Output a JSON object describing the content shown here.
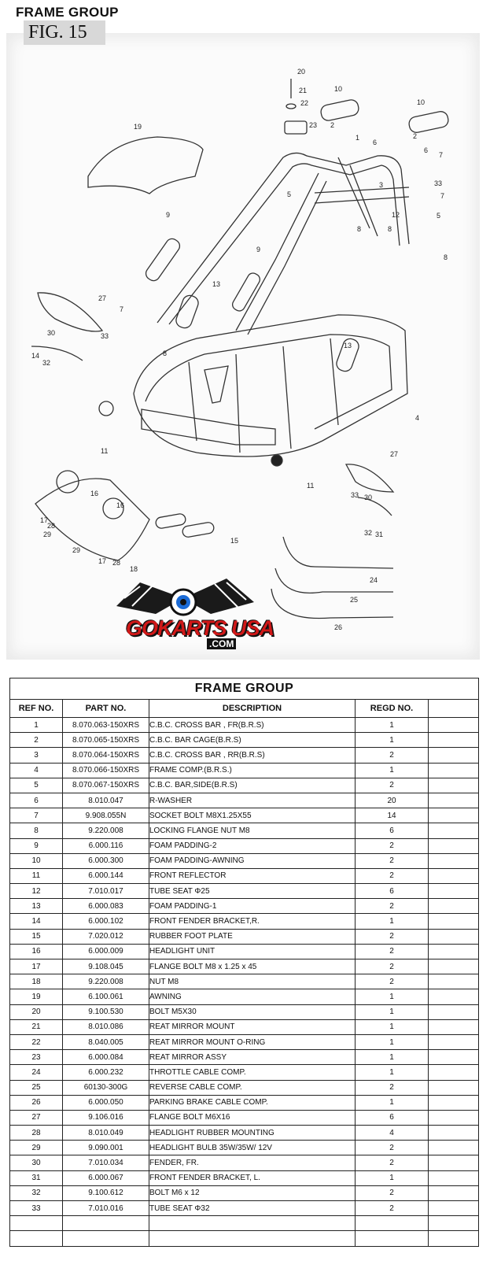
{
  "header": {
    "group_title": "FRAME GROUP",
    "fig_label": "FIG. 15"
  },
  "logo": {
    "name": "GOKARTS USA",
    "sub": ".COM"
  },
  "callouts": [
    "1",
    "2",
    "3",
    "4",
    "5",
    "6",
    "7",
    "8",
    "9",
    "10",
    "11",
    "12",
    "13",
    "14",
    "15",
    "16",
    "17",
    "18",
    "19",
    "20",
    "21",
    "22",
    "23",
    "24",
    "25",
    "26",
    "27",
    "28",
    "29",
    "30",
    "31",
    "32",
    "33"
  ],
  "table": {
    "title": "FRAME GROUP",
    "headers": [
      "REF NO.",
      "PART NO.",
      "DESCRIPTION",
      "REGD NO.",
      ""
    ],
    "rows": [
      [
        "1",
        "8.070.063-150XRS",
        "C.B.C. CROSS BAR , FR(B.R.S)",
        "1"
      ],
      [
        "2",
        "8.070.065-150XRS",
        "C.B.C. BAR CAGE(B.R.S)",
        "1"
      ],
      [
        "3",
        "8.070.064-150XRS",
        "C.B.C. CROSS BAR , RR(B.R.S)",
        "2"
      ],
      [
        "4",
        "8.070.066-150XRS",
        "FRAME COMP.(B.R.S.)",
        "1"
      ],
      [
        "5",
        "8.070.067-150XRS",
        "C.B.C. BAR,SIDE(B.R.S)",
        "2"
      ],
      [
        "6",
        "8.010.047",
        "R-WASHER",
        "20"
      ],
      [
        "7",
        "9.908.055N",
        "SOCKET BOLT M8X1.25X55",
        "14"
      ],
      [
        "8",
        "9.220.008",
        "LOCKING FLANGE NUT M8",
        "6"
      ],
      [
        "9",
        "6.000.116",
        "FOAM PADDING-2",
        "2"
      ],
      [
        "10",
        "6.000.300",
        "FOAM PADDING-AWNING",
        "2"
      ],
      [
        "11",
        "6.000.144",
        "FRONT REFLECTOR",
        "2"
      ],
      [
        "12",
        "7.010.017",
        "TUBE SEAT Φ25",
        "6"
      ],
      [
        "13",
        "6.000.083",
        "FOAM PADDING-1",
        "2"
      ],
      [
        "14",
        "6.000.102",
        "FRONT FENDER BRACKET,R.",
        "1"
      ],
      [
        "15",
        "7.020.012",
        "RUBBER FOOT PLATE",
        "2"
      ],
      [
        "16",
        "6.000.009",
        "HEADLIGHT UNIT",
        "2"
      ],
      [
        "17",
        "9.108.045",
        "FLANGE BOLT M8 x 1.25 x 45",
        "2"
      ],
      [
        "18",
        "9.220.008",
        "NUT M8",
        "2"
      ],
      [
        "19",
        "6.100.061",
        "AWNING",
        "1"
      ],
      [
        "20",
        "9.100.530",
        "BOLT M5X30",
        "1"
      ],
      [
        "21",
        "8.010.086",
        "REAT MIRROR MOUNT",
        "1"
      ],
      [
        "22",
        "8.040.005",
        "REAT MIRROR MOUNT O-RING",
        "1"
      ],
      [
        "23",
        "6.000.084",
        "REAT MIRROR ASSY",
        "1"
      ],
      [
        "24",
        "6.000.232",
        "THROTTLE CABLE COMP.",
        "1"
      ],
      [
        "25",
        "60130-300G",
        "REVERSE CABLE COMP.",
        "2"
      ],
      [
        "26",
        "6.000.050",
        "PARKING BRAKE CABLE COMP.",
        "1"
      ],
      [
        "27",
        "9.106.016",
        "FLANGE BOLT M6X16",
        "6"
      ],
      [
        "28",
        "8.010.049",
        "HEADLIGHT RUBBER MOUNTING",
        "4"
      ],
      [
        "29",
        "9.090.001",
        "HEADLIGHT BULB 35W/35W/ 12V",
        "2"
      ],
      [
        "30",
        "7.010.034",
        "FENDER, FR.",
        "2"
      ],
      [
        "31",
        "6.000.067",
        "FRONT FENDER BRACKET, L.",
        "1"
      ],
      [
        "32",
        "9.100.612",
        "BOLT M6 x 12",
        "2"
      ],
      [
        "33",
        "7.010.016",
        "TUBE SEAT Φ32",
        "2"
      ],
      [
        "",
        "",
        "",
        ""
      ],
      [
        "",
        "",
        "",
        ""
      ]
    ]
  }
}
